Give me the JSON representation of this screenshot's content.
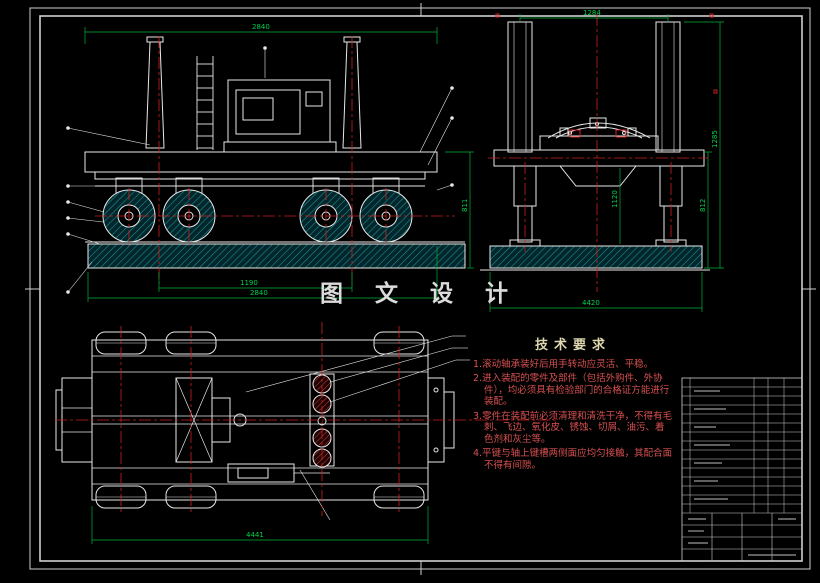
{
  "watermark": "图 文 设 计",
  "tech": {
    "title": "技术要求",
    "items": [
      "1.滚动轴承装好后用手转动应灵活、平稳。",
      "2.进入装配的零件及部件（包括外购件、外协件），均必须具有检验部门的合格证方能进行装配。",
      "3.零件在装配前必须清理和清洗干净，不得有毛刺、飞边、氧化皮、锈蚀、切屑、油污、着色剂和灰尘等。",
      "4.平键与轴上键槽两侧面应均匀接触，其配合面不得有间隙。"
    ]
  },
  "dims": {
    "front_top": "2840",
    "front_bottom_inner": "1190",
    "front_bottom_outer": "2840",
    "front_right_height": "811",
    "end_top_width": "1284",
    "end_height_outer": "1285",
    "end_height_inner": "812",
    "end_center_height": "1120",
    "end_bottom_width": "4420",
    "plan_width": "4441"
  },
  "colors": {
    "line": "#e8e8e8",
    "dimension": "#00c040",
    "centerline": "#cc2020",
    "hatch": "#1b8f8f",
    "tech_text": "#d85050"
  }
}
